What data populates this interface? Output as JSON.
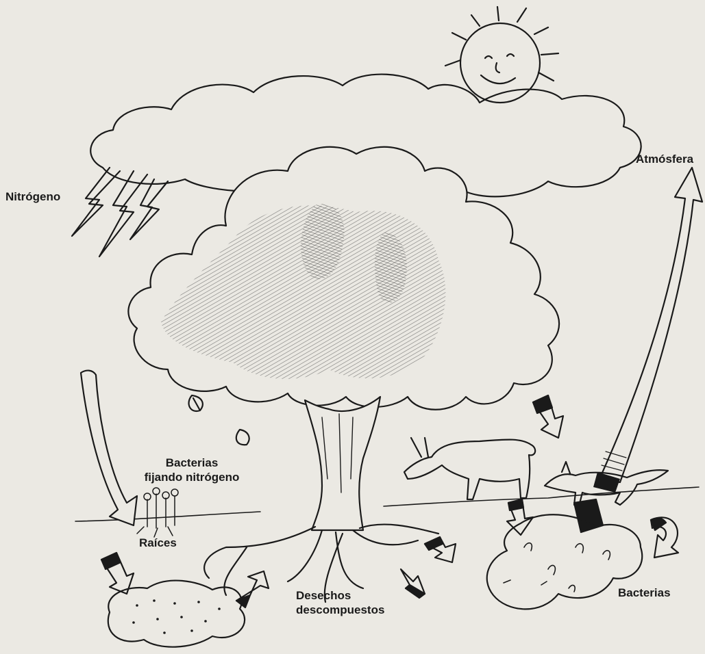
{
  "labels": {
    "nitrogen": "Nitrógeno",
    "atmosphere": "Atmósfera",
    "bacteria_fixing_line1": "Bacterias",
    "bacteria_fixing_line2": "fijando nitrógeno",
    "roots": "Raíces",
    "decomposed_line1": "Desechos",
    "decomposed_line2": "descompuestos",
    "bacteria": "Bacterias"
  },
  "colors": {
    "paper": "#ebe9e3",
    "ink": "#1a1a1a"
  }
}
